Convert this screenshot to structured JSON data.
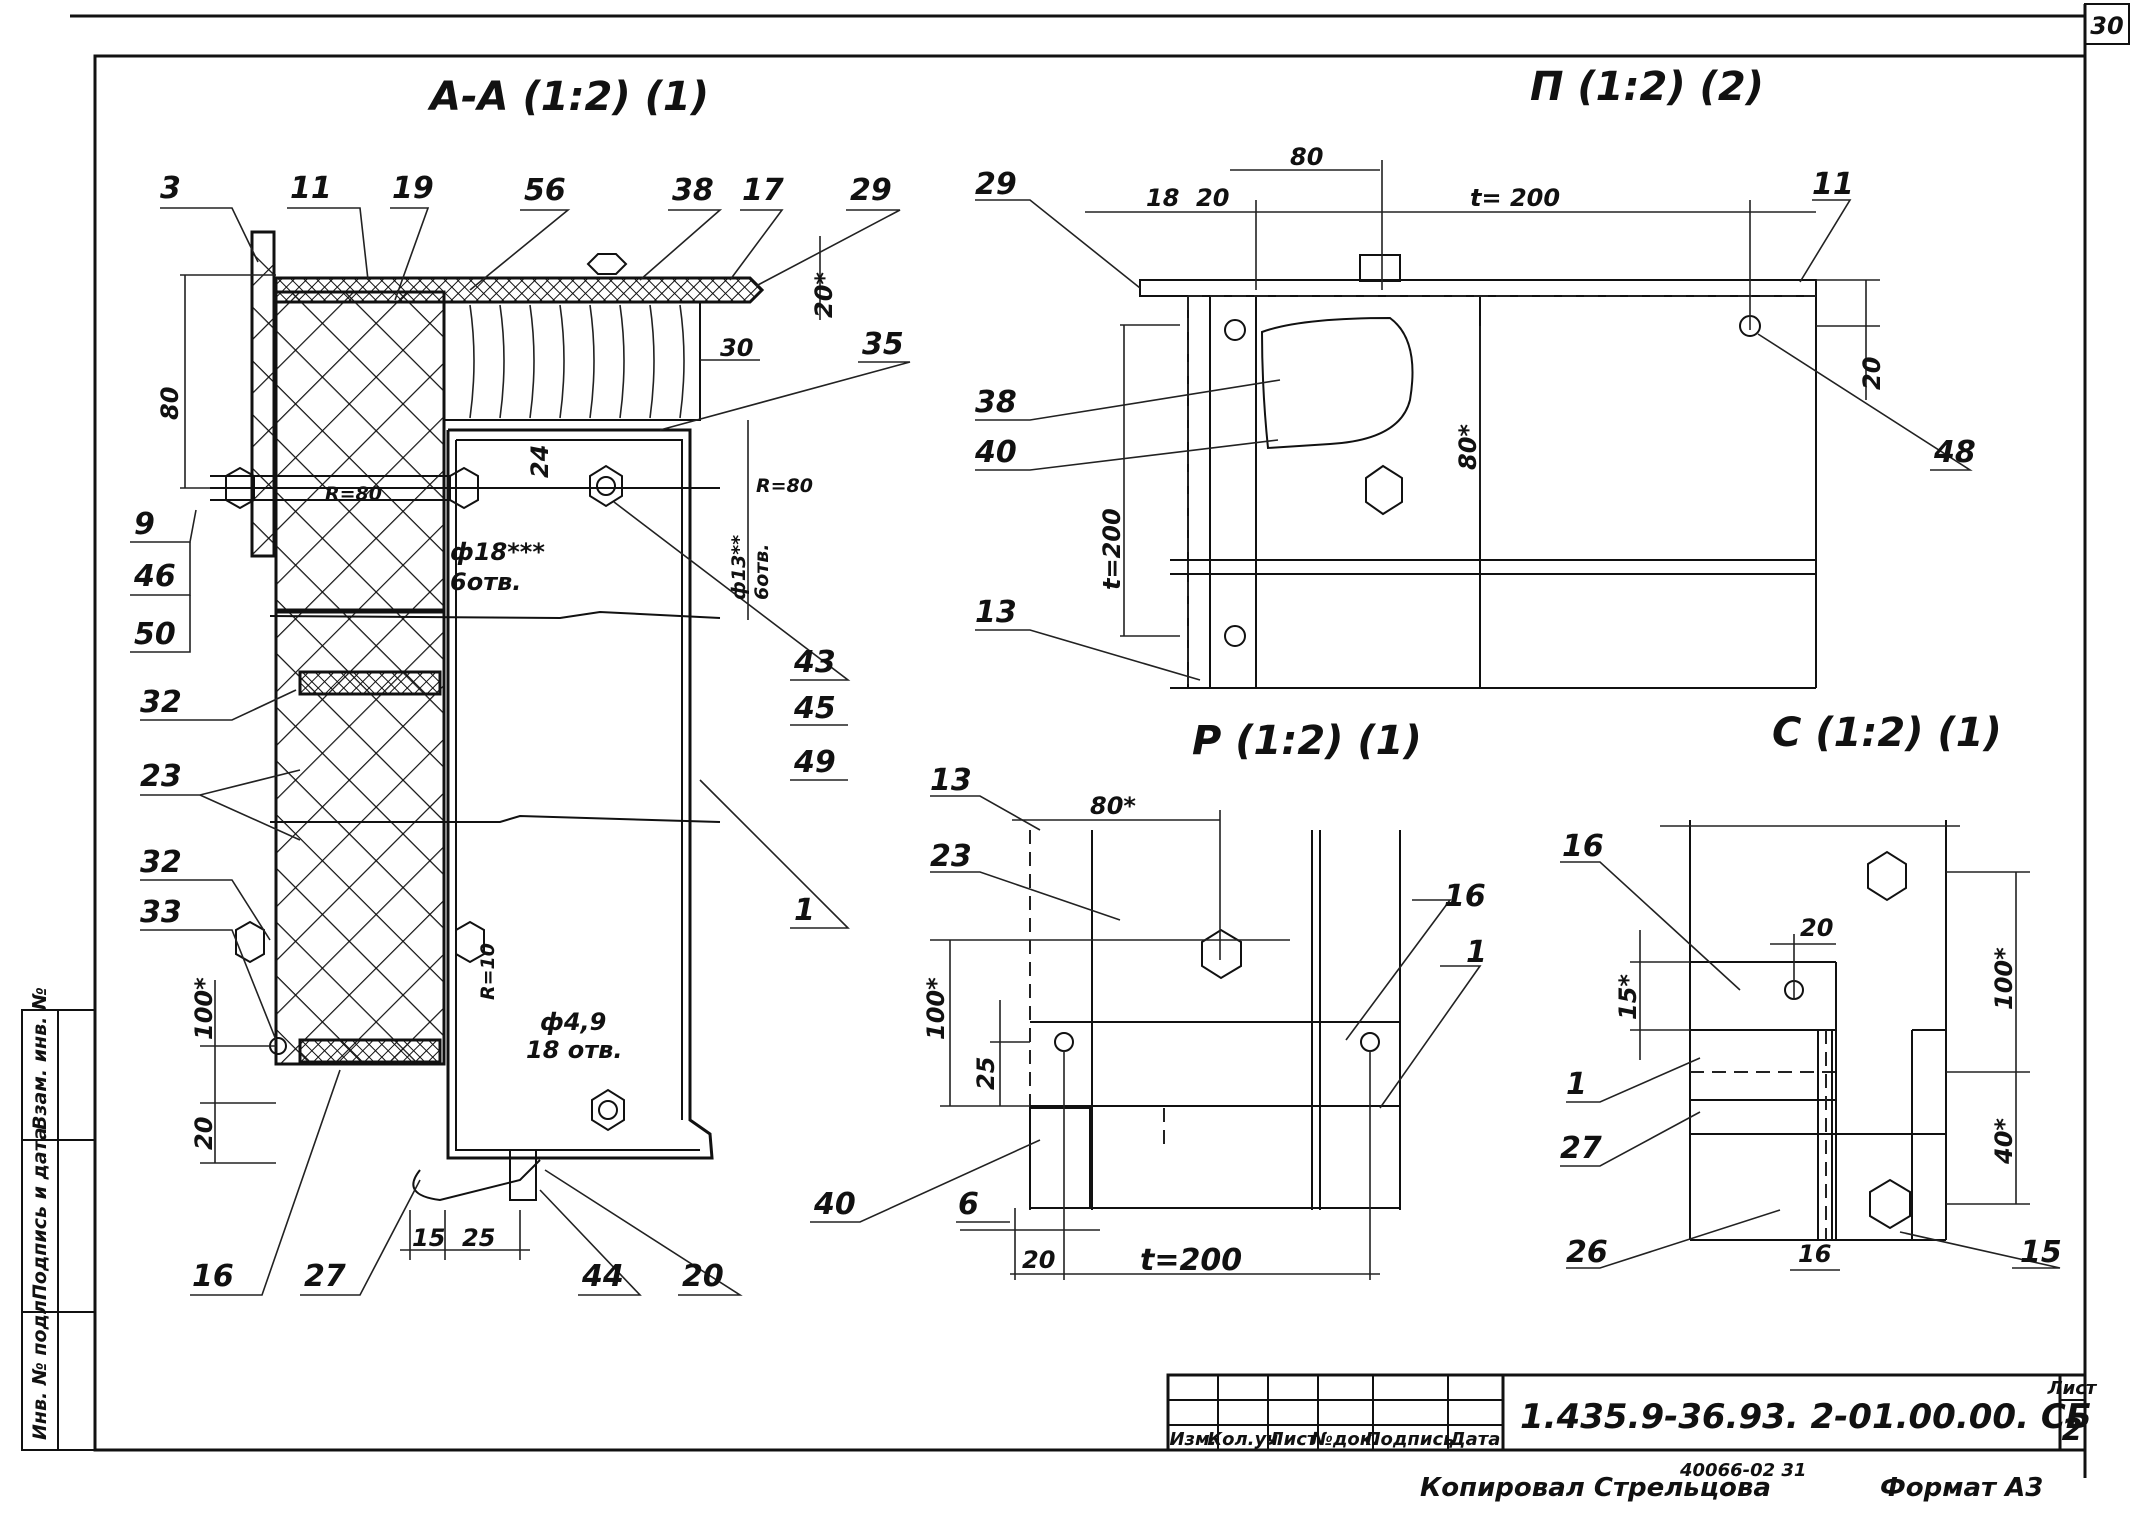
{
  "sheet": {
    "page_number": "30",
    "list_label": "Лист",
    "list_number": "2",
    "designation": "1.435.9-36.93. 2-01.00.00. СБ",
    "copied_by": "Копировал Стрельцова",
    "inventory": "40066-02  31",
    "format": "Формат А3",
    "stamp_cols": [
      "Изм.",
      "Кол.уч",
      "Лист",
      "№док.",
      "Подпись",
      "Дата"
    ],
    "side_labels": [
      "Инв. № подл.",
      "Подпись и дата",
      "Взам. инв. №"
    ]
  },
  "views": {
    "aa": "А-А (1:2) (1)",
    "p": "П (1:2) (2)",
    "r": "Р (1:2) (1)",
    "s": "С (1:2) (1)"
  },
  "callouts": {
    "aa": [
      "3",
      "11",
      "19",
      "56",
      "38",
      "17",
      "29",
      "35",
      "9",
      "46",
      "50",
      "32",
      "23",
      "32",
      "33",
      "16",
      "27",
      "44",
      "20",
      "43",
      "45",
      "49",
      "1"
    ],
    "p": [
      "29",
      "11",
      "38",
      "40",
      "13",
      "48"
    ],
    "r": [
      "13",
      "23",
      "16",
      "1",
      "40",
      "6"
    ],
    "s": [
      "16",
      "1",
      "27",
      "26",
      "15"
    ]
  },
  "dims": {
    "aa": [
      "80",
      "30",
      "20*",
      "24",
      "R=80",
      "R=80",
      "ф18***",
      "6отв.",
      "ф13**",
      "6отв.",
      "100*",
      "20",
      "R=10",
      "ф4,9",
      "18 отв.",
      "15",
      "25"
    ],
    "p": [
      "80",
      "18",
      "20",
      "t= 200",
      "20",
      "80*",
      "t=200"
    ],
    "r": [
      "80*",
      "100*",
      "25",
      "20",
      "t=200"
    ],
    "s": [
      "20",
      "15*",
      "100*",
      "40*",
      "16"
    ]
  }
}
